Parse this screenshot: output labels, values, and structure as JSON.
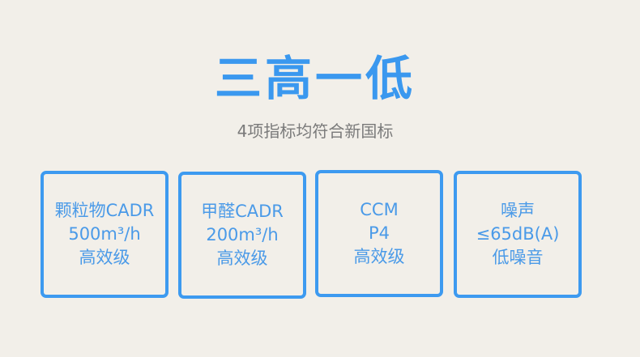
{
  "title": "三高一低",
  "subtitle": "4项指标均符合新国标",
  "cards": [
    {
      "lines": [
        "颗粒物CADR",
        "500m³/h",
        "高效级"
      ]
    },
    {
      "lines": [
        "甲醛CADR",
        "200m³/h",
        "高效级"
      ]
    },
    {
      "lines": [
        "CCM",
        "P4",
        "高效级"
      ]
    },
    {
      "lines": [
        "噪声",
        "≤65dB(A)",
        "低噪音"
      ]
    }
  ],
  "colors": {
    "accent": "#3d9af0",
    "background": "#f2efe9",
    "subtitle": "#7a7a7a"
  }
}
